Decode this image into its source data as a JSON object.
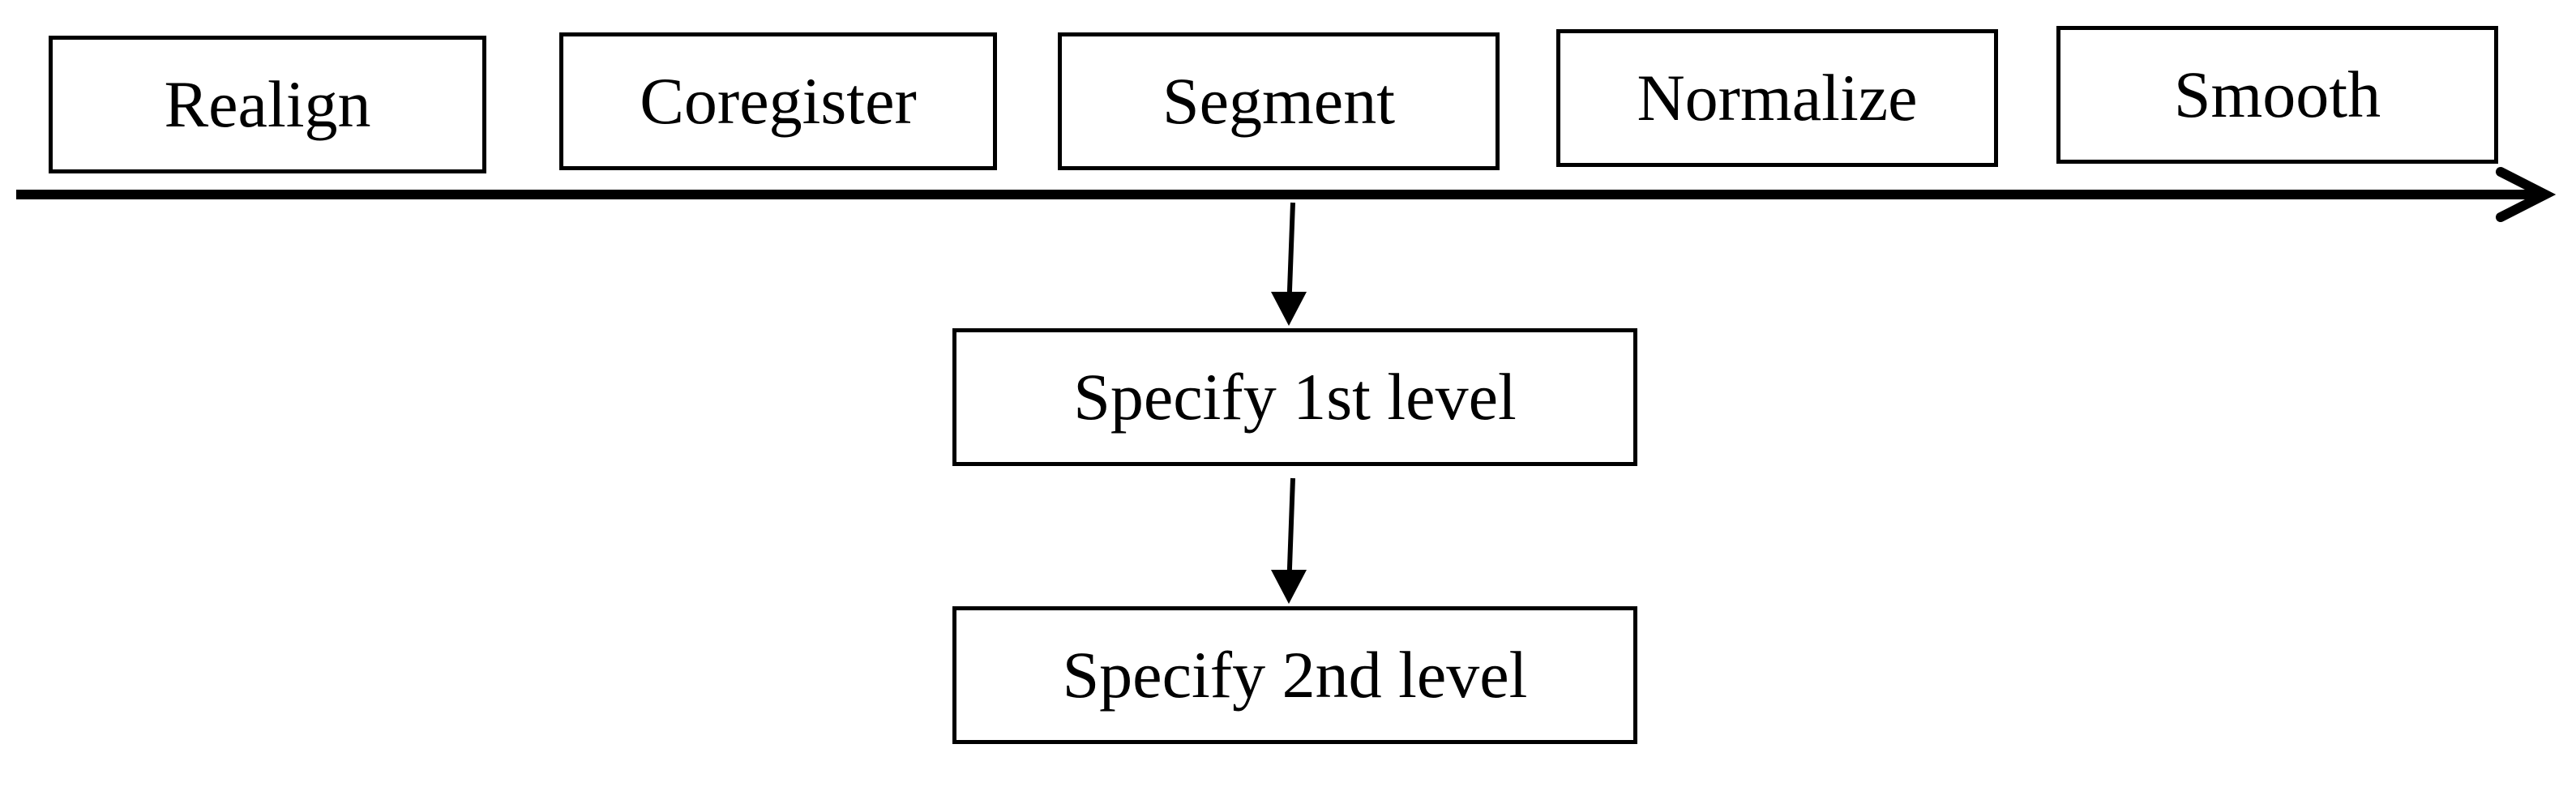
{
  "diagram": {
    "steps": [
      {
        "id": "realign",
        "label": "Realign"
      },
      {
        "id": "coregister",
        "label": "Coregister"
      },
      {
        "id": "segment",
        "label": "Segment"
      },
      {
        "id": "normalize",
        "label": "Normalize"
      },
      {
        "id": "smooth",
        "label": "Smooth"
      }
    ],
    "level1": {
      "label": "Specify 1st level"
    },
    "level2": {
      "label": "Specify 2nd level"
    },
    "colors": {
      "stroke": "#000000",
      "background": "#ffffff"
    }
  }
}
